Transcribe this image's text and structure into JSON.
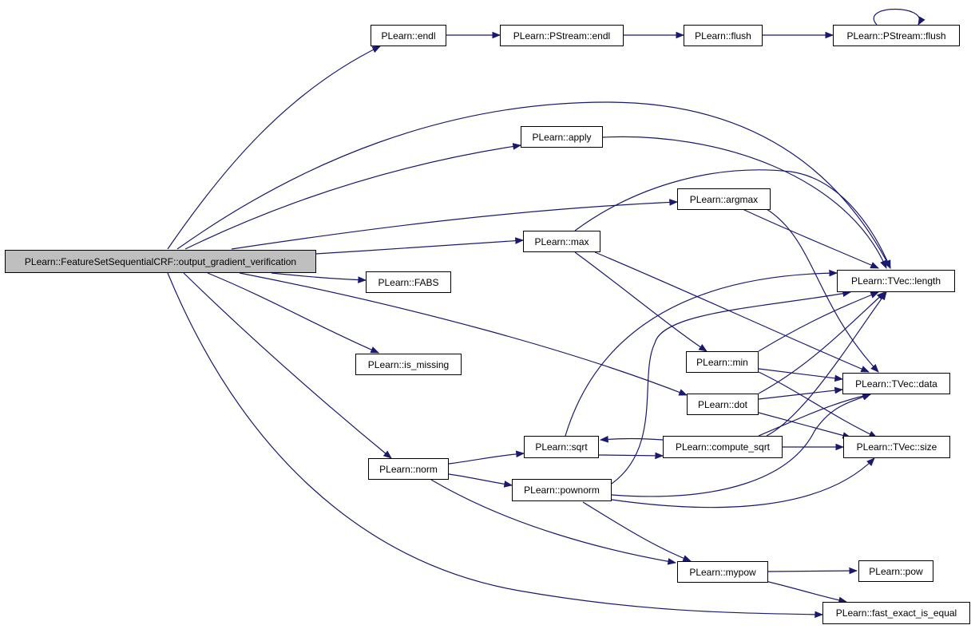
{
  "colors": {
    "edge": "#191970",
    "node_border": "#000000",
    "node_fill": "#ffffff",
    "root_fill": "#bfbfbf"
  },
  "nodes": {
    "root": "PLearn::FeatureSetSequentialCRF::output_gradient_verification",
    "endl": "PLearn::endl",
    "pstream_endl": "PLearn::PStream::endl",
    "flush": "PLearn::flush",
    "pstream_flush": "PLearn::PStream::flush",
    "apply": "PLearn::apply",
    "argmax": "PLearn::argmax",
    "max": "PLearn::max",
    "fabs": "PLearn::FABS",
    "tvec_length": "PLearn::TVec::length",
    "is_missing": "PLearn::is_missing",
    "min": "PLearn::min",
    "tvec_data": "PLearn::TVec::data",
    "dot": "PLearn::dot",
    "sqrt": "PLearn::sqrt",
    "compute_sqrt": "PLearn::compute_sqrt",
    "tvec_size": "PLearn::TVec::size",
    "norm": "PLearn::norm",
    "pownorm": "PLearn::pownorm",
    "mypow": "PLearn::mypow",
    "pow": "PLearn::pow",
    "fast_exact_is_equal": "PLearn::fast_exact_is_equal"
  }
}
